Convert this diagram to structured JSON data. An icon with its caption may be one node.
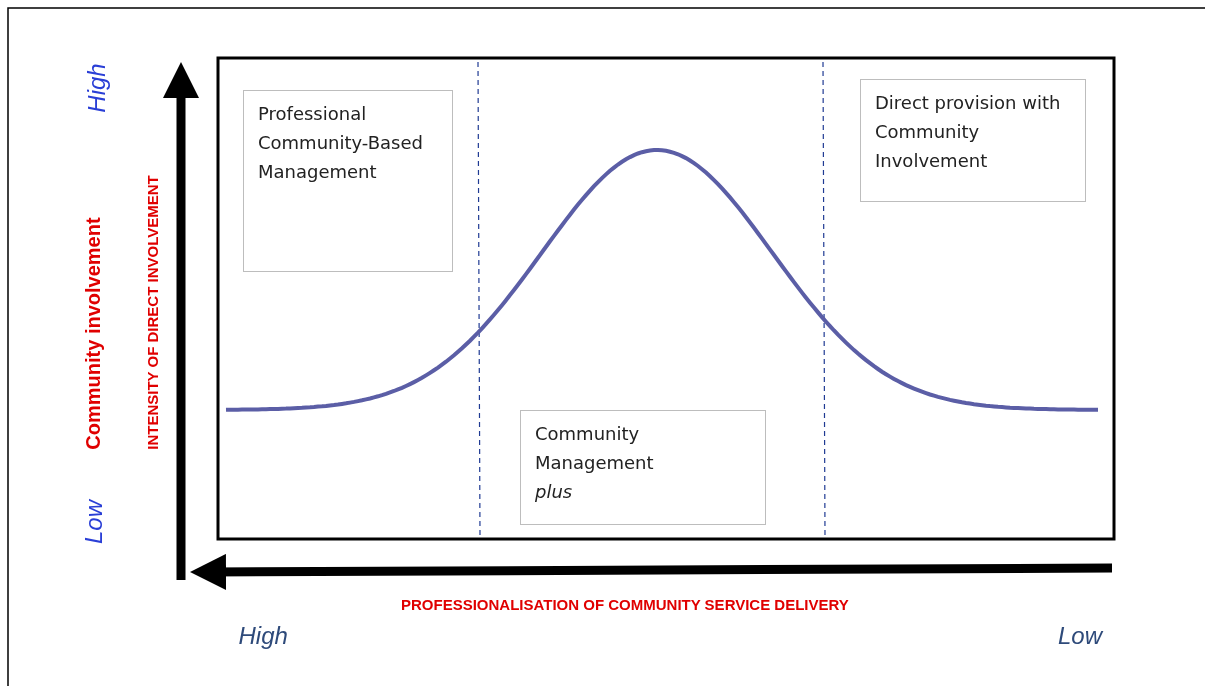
{
  "diagram": {
    "nodes": [
      {
        "text": [
          "Professional Community-Based Management"
        ]
      },
      {
        "text": [
          "Direct provision with Community Involvement"
        ]
      },
      {
        "text": [
          "Community Management *plus*"
        ]
      }
    ],
    "labels": [
      "High",
      "Low",
      "Community involvement",
      "INTENSITY OF DIRECT INVOLVEMENT",
      "PROFESSIONALISATION OF COMMUNITY SERVICE DELIVERY",
      "High",
      "Low"
    ]
  }
}
